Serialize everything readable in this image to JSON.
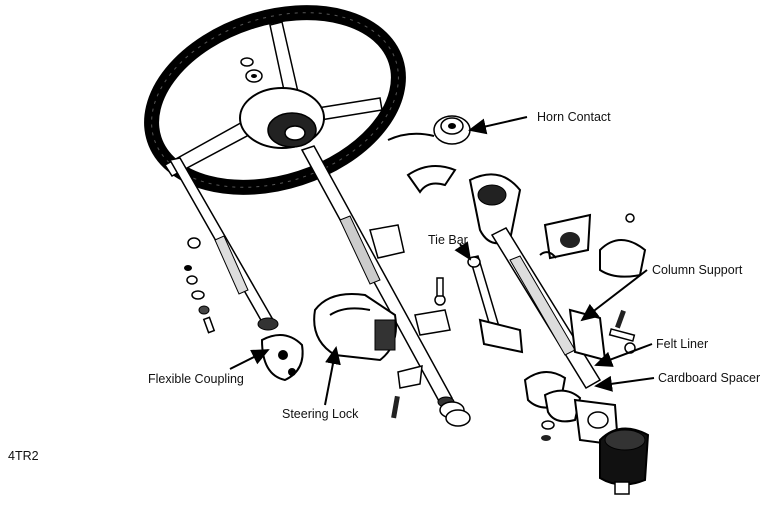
{
  "figure_code": "4TR2",
  "labels": {
    "horn_contact": "Horn Contact",
    "tie_bar": "Tie Bar",
    "column_support": "Column Support",
    "felt_liner": "Felt Liner",
    "cardboard_spacer": "Cardboard Spacer",
    "flexible_coupling": "Flexible Coupling",
    "steering_lock": "Steering Lock"
  }
}
